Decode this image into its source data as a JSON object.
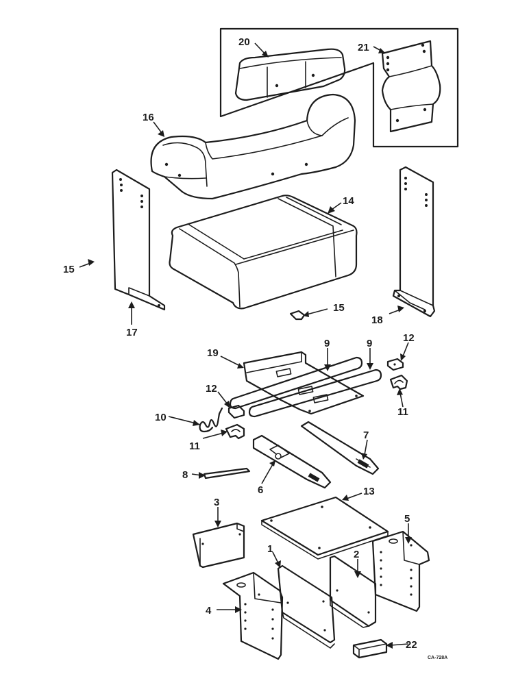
{
  "diagram": {
    "callouts": {
      "c1": "1",
      "c2": "2",
      "c3": "3",
      "c4": "4",
      "c5": "5",
      "c6": "6",
      "c7": "7",
      "c8": "8",
      "c9a": "9",
      "c9b": "9",
      "c10": "10",
      "c11a": "11",
      "c11b": "11",
      "c12a": "12",
      "c12b": "12",
      "c13": "13",
      "c14": "14",
      "c15a": "15",
      "c15b": "15",
      "c16": "16",
      "c17": "17",
      "c18": "18",
      "c19": "19",
      "c20": "20",
      "c21": "21",
      "c22": "22"
    },
    "figure_code": "CA-728A"
  }
}
